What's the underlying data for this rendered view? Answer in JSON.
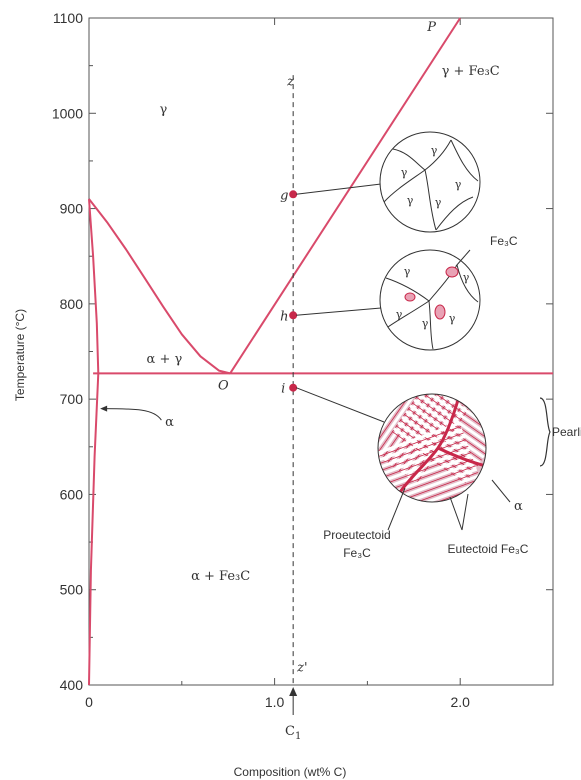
{
  "chart_data": {
    "type": "phase-diagram",
    "xlabel": "Composition (wt% C)",
    "ylabel": "Temperature (°C)",
    "xlim": [
      0,
      2.5
    ],
    "ylim": [
      400,
      1100
    ],
    "x_ticks": [
      {
        "v": 0,
        "label": "0"
      },
      {
        "v": 1.0,
        "label": "1.0"
      },
      {
        "v": 2.0,
        "label": "2.0"
      }
    ],
    "y_ticks": [
      400,
      500,
      600,
      700,
      800,
      900,
      1000,
      1100
    ],
    "composition_marker": {
      "label": "C",
      "subscript": "1",
      "x": 1.1
    },
    "phase_regions": [
      {
        "label": "γ",
        "x": 0.38,
        "y": 1000
      },
      {
        "label": "γ + Fe₃C",
        "x": 1.9,
        "y": 1040
      },
      {
        "label": "α + γ",
        "x": 0.31,
        "y": 738
      },
      {
        "label": "α + Fe₃C",
        "x": 0.55,
        "y": 510
      }
    ],
    "boundaries": {
      "acm": [
        [
          0.76,
          727
        ],
        [
          2.0,
          1100
        ]
      ],
      "a3": [
        [
          0.0,
          910
        ],
        [
          0.1,
          885
        ],
        [
          0.2,
          857
        ],
        [
          0.3,
          827
        ],
        [
          0.4,
          797
        ],
        [
          0.5,
          768
        ],
        [
          0.6,
          745
        ],
        [
          0.7,
          730
        ],
        [
          0.76,
          727
        ]
      ],
      "alpha_solvus": [
        [
          0.0,
          910
        ],
        [
          0.022,
          850
        ],
        [
          0.042,
          780
        ],
        [
          0.05,
          727
        ],
        [
          0.03,
          640
        ],
        [
          0.01,
          520
        ],
        [
          0.0,
          400
        ]
      ],
      "eutectoid": [
        [
          0.022,
          727
        ],
        [
          2.5,
          727
        ]
      ]
    },
    "points": [
      {
        "label": "P",
        "x": 1.93,
        "y": 1095
      },
      {
        "label": "z",
        "x": 1.1,
        "y": 1025
      },
      {
        "label": "g",
        "x": 1.1,
        "y": 915
      },
      {
        "label": "h",
        "x": 1.1,
        "y": 788
      },
      {
        "label": "O",
        "x": 0.76,
        "y": 727
      },
      {
        "label": "i",
        "x": 1.1,
        "y": 712
      },
      {
        "label": "z'",
        "x": 1.1,
        "y": 410
      }
    ],
    "annotations": {
      "alpha_label": "α",
      "fe3c_label": "Fe₃C",
      "pearlite": "Pearlite",
      "proeutectoid_line1": "Proeutectoid",
      "proeutectoid_line2": "Fe₃C",
      "eutectoid_fe3c": "Eutectoid Fe₃C",
      "micro_alpha": "α",
      "gamma_grain": "γ"
    },
    "colors": {
      "phase_line": "#d94a6b",
      "point": "#c8284a",
      "fe3c_fill": "#e9a2b5",
      "pearlite_fill": "#e3bcc8",
      "frame": "#555555",
      "ink": "#333333"
    }
  }
}
